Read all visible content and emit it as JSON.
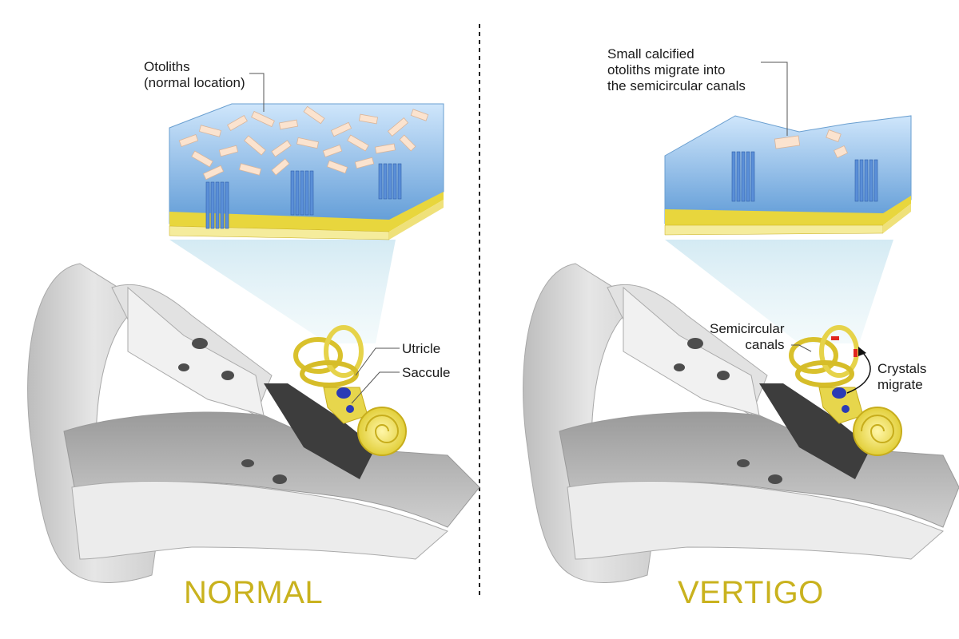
{
  "left_panel": {
    "title": "NORMAL",
    "otoliths_label": {
      "line1": "Otoliths",
      "line2": "(normal location)"
    },
    "utricle_label": "Utricle",
    "saccule_label": "Saccule"
  },
  "right_panel": {
    "title": "VERTIGO",
    "migrate_label": {
      "line1": "Small calcified",
      "line2": "otoliths migrate into",
      "line3": "the semicircular canals"
    },
    "canals_label": {
      "line1": "Semicircular",
      "line2": "canals"
    },
    "crystals_label": {
      "line1": "Crystals",
      "line2": "migrate"
    }
  },
  "colors": {
    "fluid_blue": "#6fa8dc",
    "membrane_yellow": "#e5d548",
    "bone_gray": "#cfcfcf",
    "title_gold": "#c9b21e",
    "crystal_red": "#e0261f",
    "organ_blue": "#2b3bb5"
  }
}
